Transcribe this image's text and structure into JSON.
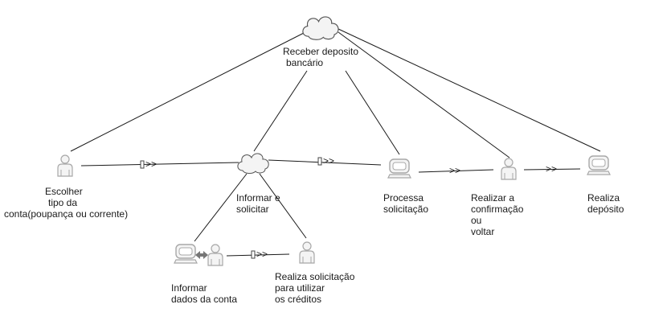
{
  "nodes": {
    "root": {
      "icon": "cloud-icon",
      "lines": [
        "Receber deposito",
        "bancário"
      ]
    },
    "choose_account": {
      "icon": "user-icon",
      "lines": [
        "Escolher",
        "tipo da",
        "conta(poupança ou corrente)"
      ]
    },
    "inform_request": {
      "icon": "cloud-icon",
      "lines": [
        "Informar e",
        "solicitar"
      ]
    },
    "process_request": {
      "icon": "computer-icon",
      "lines": [
        "Processa",
        "solicitação"
      ]
    },
    "confirm_or_back": {
      "icon": "user-icon",
      "lines": [
        "Realizar a",
        "confirmação",
        "ou",
        " voltar"
      ]
    },
    "deposit": {
      "icon": "computer-icon",
      "lines": [
        "Realiza",
        "depósito"
      ]
    },
    "inform_account": {
      "icon": "computer-user-interaction-icon",
      "lines": [
        "Informar",
        "dados da conta"
      ]
    },
    "request_credits": {
      "icon": "user-icon",
      "lines": [
        "Realiza solicitação",
        "para utilizar",
        "os créditos"
      ]
    }
  },
  "sequence_marker": ">>",
  "colors": {
    "line": "#1a1a1a",
    "icon_fill": "#f4f4f4",
    "icon_stroke": "#a8a8a8",
    "arrow": "#777777"
  }
}
